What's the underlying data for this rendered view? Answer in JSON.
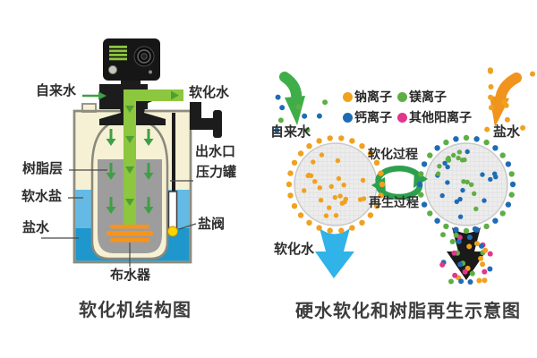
{
  "figure": {
    "left": {
      "caption": "软化机结构图",
      "labels": {
        "tap_water": "自来水",
        "softened_water": "软化水",
        "resin_layer": "树脂层",
        "soft_water_salt": "软水盐",
        "brine": "盐水",
        "water_outlet": "出水口",
        "pressure_tank": "压力罐",
        "salt_valve": "盐阀",
        "water_distributor": "布水器"
      }
    },
    "right": {
      "caption": "硬水软化和树脂再生示意图",
      "legend": {
        "sodium_ion": "钠离子",
        "magnesium_ion": "镁离子",
        "calcium_ion": "钙离子",
        "other_cations": "其他阳离子"
      },
      "labels": {
        "tap_water": "自来水",
        "brine": "盐水",
        "softening_process": "软化过程",
        "regeneration_process": "再生过程",
        "softened_water": "软化水"
      }
    }
  },
  "colors": {
    "sodium": "#f0a11e",
    "magnesium": "#5fae45",
    "calcium": "#1f6cb4",
    "other_cations": "#e0368c",
    "pipe_green": "#8dc63f",
    "flow_arrow_green": "#3f9f46",
    "softened_water_cyan": "#2fb3e8",
    "brine_orange": "#f0941e",
    "tank_cream": "#f6f1d4",
    "salt_light_blue": "#64bae4",
    "brine_dark_blue": "#1f96cc",
    "resin_gray": "#9d9d9d",
    "distributor_orange": "#f7941d",
    "valve_yellow": "#ffd400",
    "pipe_black": "#1c1c1c"
  }
}
